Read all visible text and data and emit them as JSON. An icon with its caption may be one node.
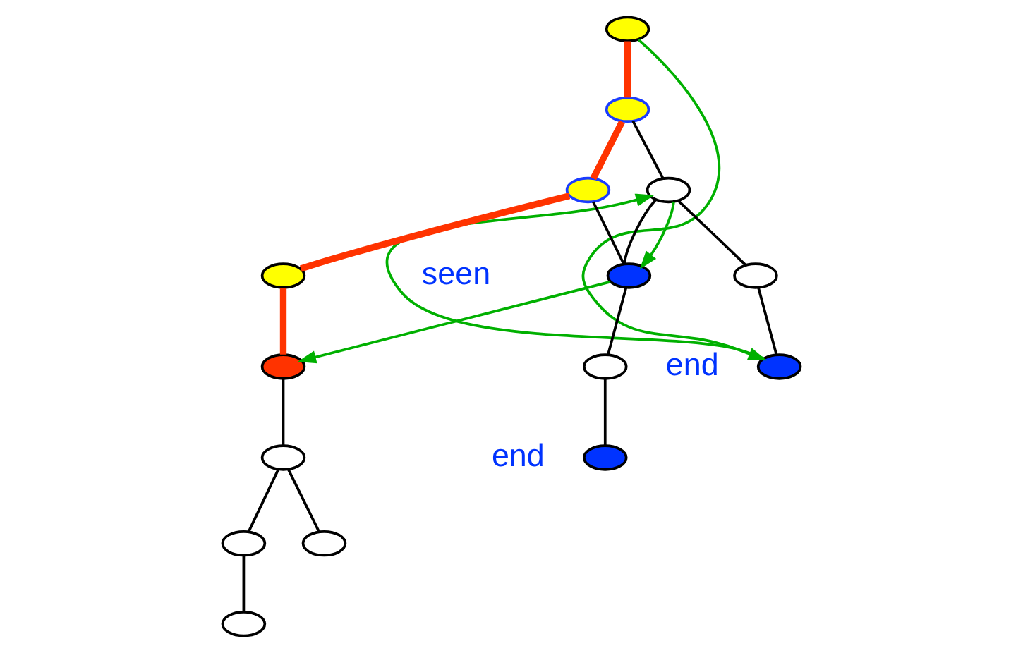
{
  "diagram": {
    "nodes": [
      {
        "text": [],
        "shape": "ellipse"
      },
      {
        "text": [],
        "shape": "ellipse"
      },
      {
        "text": [],
        "shape": "ellipse"
      },
      {
        "text": [],
        "shape": "ellipse"
      },
      {
        "text": [],
        "shape": "ellipse",
        "beside": [
          "end"
        ]
      },
      {
        "text": [],
        "shape": "ellipse",
        "beside": [
          "seen"
        ]
      },
      {
        "text": [],
        "shape": "ellipse"
      },
      {
        "text": [],
        "shape": "ellipse"
      },
      {
        "text": [],
        "shape": "ellipse",
        "beside": [
          "end"
        ]
      },
      {
        "text": [],
        "shape": "ellipse"
      },
      {
        "text": [],
        "shape": "ellipse"
      },
      {
        "text": [],
        "shape": "ellipse"
      },
      {
        "text": [],
        "shape": "ellipse"
      },
      {
        "text": [],
        "shape": "ellipse"
      },
      {
        "text": [],
        "shape": "ellipse"
      }
    ],
    "edges": [
      {
        "from": 0,
        "to": 1,
        "arrow": "none",
        "style": "thick",
        "color": "#ff3300"
      },
      {
        "from": 1,
        "to": 2,
        "arrow": "none"
      },
      {
        "from": 2,
        "to": 3,
        "arrow": "none"
      },
      {
        "from": 3,
        "to": 4,
        "arrow": "none"
      },
      {
        "from": 2,
        "to": 5,
        "arrow": "none"
      },
      {
        "from": 1,
        "to": 6,
        "arrow": "none",
        "style": "thick",
        "color": "#ff3300"
      },
      {
        "from": 6,
        "to": 5,
        "arrow": "none"
      },
      {
        "from": 5,
        "to": 7,
        "arrow": "none"
      },
      {
        "from": 7,
        "to": 8,
        "arrow": "none"
      },
      {
        "from": 6,
        "to": 9,
        "arrow": "none",
        "style": "thick",
        "color": "#ff3300"
      },
      {
        "from": 9,
        "to": 10,
        "arrow": "none",
        "style": "thick",
        "color": "#ff3300"
      },
      {
        "from": 10,
        "to": 11,
        "arrow": "none"
      },
      {
        "from": 11,
        "to": 12,
        "arrow": "none"
      },
      {
        "from": 11,
        "to": 13,
        "arrow": "none"
      },
      {
        "from": 12,
        "to": 14,
        "arrow": "none"
      },
      {
        "from": 0,
        "to": 4,
        "arrow": "to",
        "color": "#00b000"
      },
      {
        "from": 4,
        "to": 2,
        "arrow": "to",
        "color": "#00b000"
      },
      {
        "from": 2,
        "to": 5,
        "arrow": "to",
        "color": "#00b000"
      },
      {
        "from": 5,
        "to": 10,
        "arrow": "to",
        "color": "#00b000"
      }
    ]
  }
}
